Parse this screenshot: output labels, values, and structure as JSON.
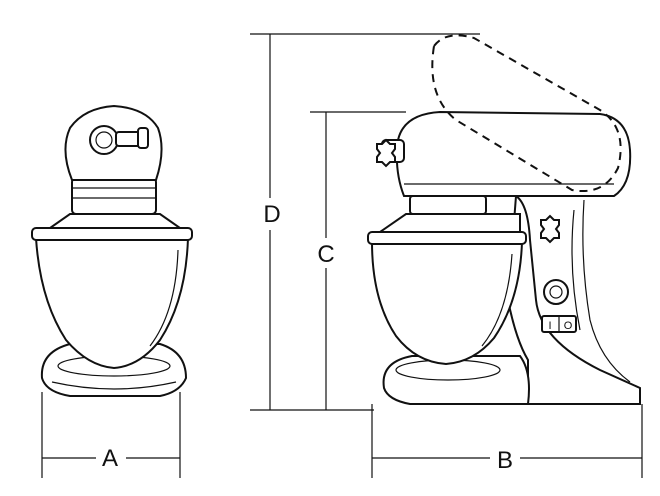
{
  "dimensions": {
    "a": "A",
    "b": "B",
    "c": "C",
    "d": "D"
  },
  "switch": {
    "on_glyph": "I",
    "off_glyph": "O"
  }
}
